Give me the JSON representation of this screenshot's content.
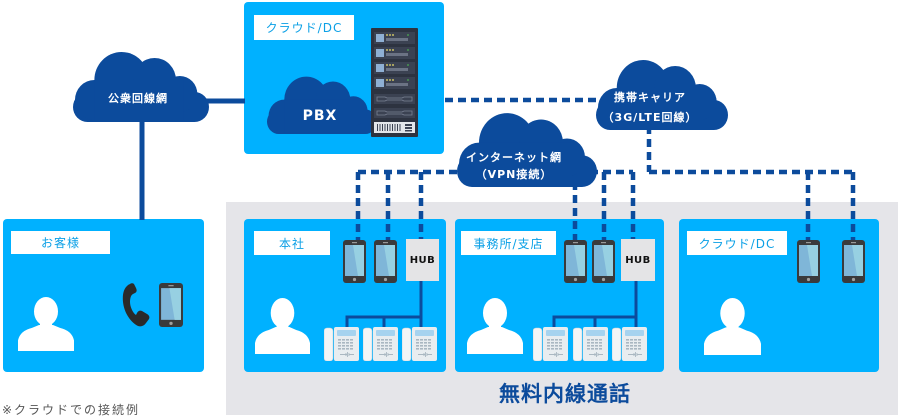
{
  "colors": {
    "site_box_blue": "#00b1ff",
    "network_dark_blue": "#0c4b9c",
    "area_gray": "#e5e5e9",
    "label_text_blue": "#0ba0e6",
    "note_text": "#555555"
  },
  "clouds": {
    "public_network": {
      "label": "公衆回線網"
    },
    "pbx": {
      "label": "PBX"
    },
    "mobile_carrier": {
      "line1": "携帯キャリア",
      "line2": "（3G/LTE回線）"
    },
    "internet": {
      "line1": "インターネット網",
      "line2": "（VPN接続）"
    }
  },
  "sites": {
    "pbx_host": {
      "label": "クラウド/DC",
      "icons": [
        "pbx-cloud",
        "server-rack"
      ]
    },
    "customer": {
      "label": "お客様",
      "icons": [
        "person",
        "handset",
        "smartphone"
      ]
    },
    "head_office": {
      "label": "本社",
      "hub": "HUB",
      "smartphones": 2,
      "desk_phones": 3
    },
    "branch": {
      "label": "事務所/支店",
      "hub": "HUB",
      "smartphones": 2,
      "desk_phones": 3
    },
    "cloud_dc": {
      "label": "クラウド/DC",
      "smartphones": 2
    }
  },
  "free_extension_area": {
    "label": "無料内線通話"
  },
  "note": "※クラウドでの接続例"
}
